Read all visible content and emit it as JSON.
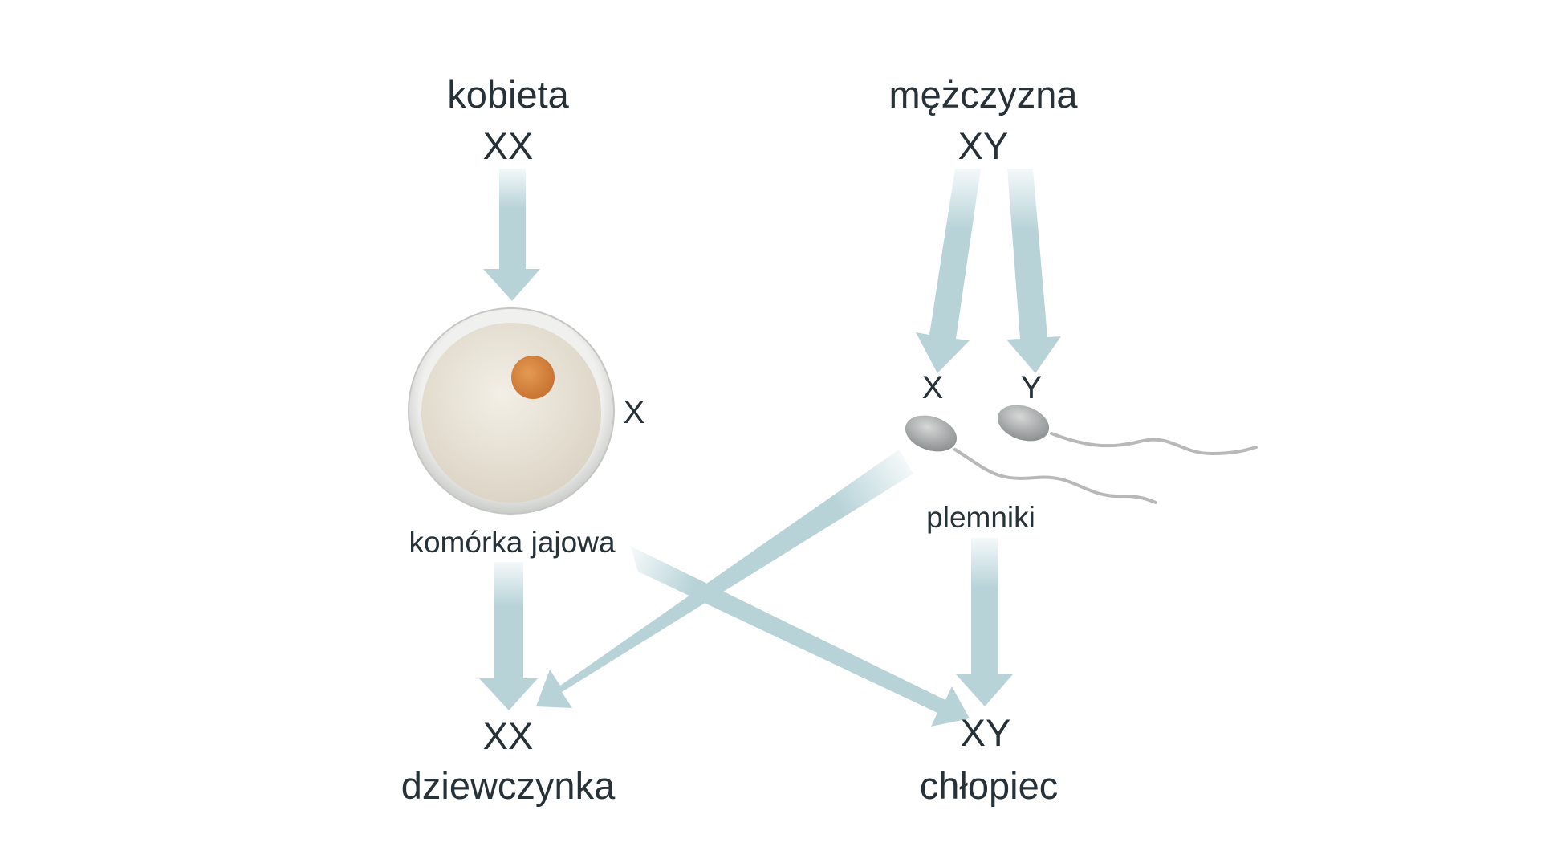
{
  "colors": {
    "arrow": "#b7d3d8",
    "text": "#263238",
    "egg_outer": "#d9dbd9",
    "egg_inner": "#ece7dc",
    "nucleus": "#d4843c",
    "sperm": "#a9abab"
  },
  "parents": {
    "female": {
      "label": "kobieta",
      "chromosomes": "XX"
    },
    "male": {
      "label": "mężczyzna",
      "chromosomes": "XY"
    }
  },
  "gametes": {
    "egg": {
      "label": "komórka jajowa",
      "chromosome": "X"
    },
    "sperm": {
      "label": "plemniki",
      "chromosome_x": "X",
      "chromosome_y": "Y"
    }
  },
  "offspring": {
    "girl": {
      "label": "dziewczynka",
      "chromosomes": "XX"
    },
    "boy": {
      "label": "chłopiec",
      "chromosomes": "XY"
    }
  }
}
